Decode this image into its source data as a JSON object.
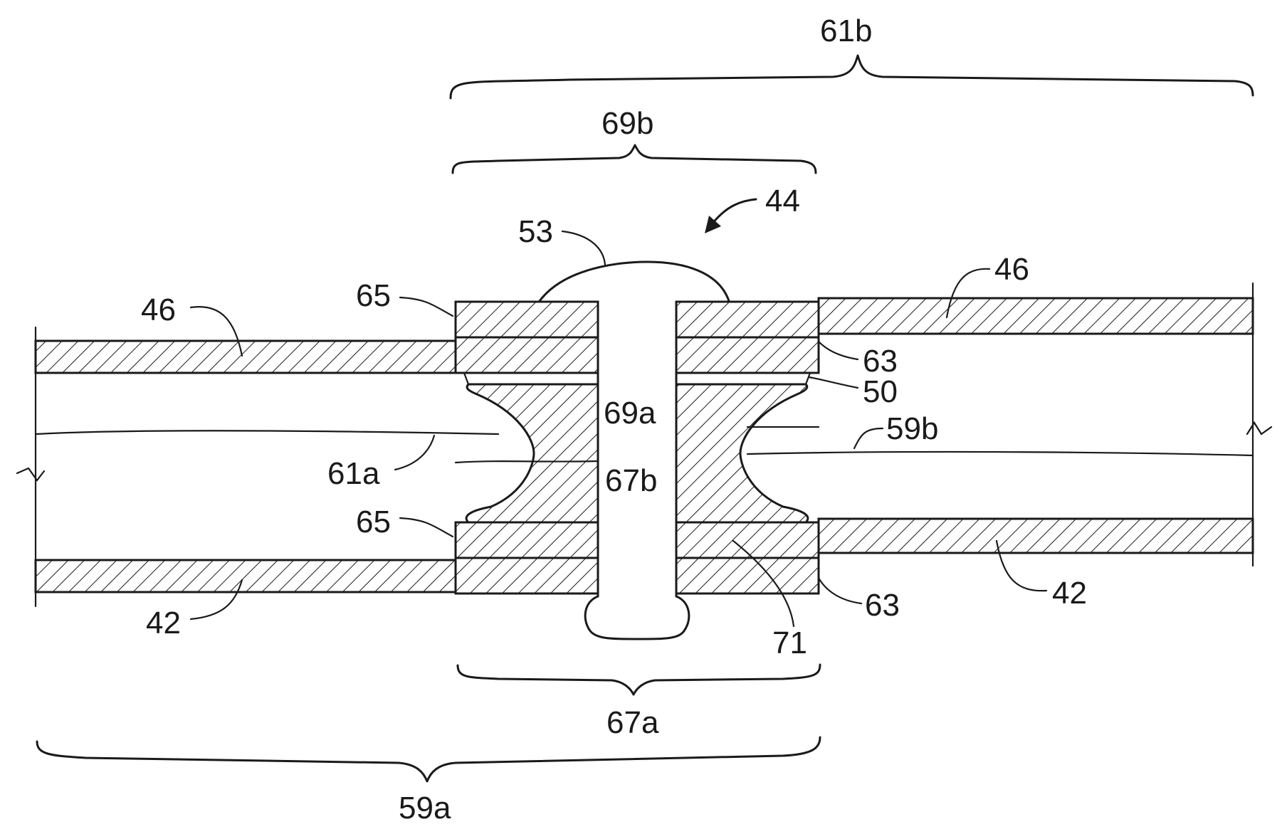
{
  "labels": {
    "l61b": "61b",
    "l69b": "69b",
    "l44": "44",
    "l53": "53",
    "l46_left": "46",
    "l46_right": "46",
    "l65_top": "65",
    "l63_top": "63",
    "l50": "50",
    "l69a": "69a",
    "l59b": "59b",
    "l61a": "61a",
    "l67b": "67b",
    "l65_bottom": "65",
    "l42_left": "42",
    "l42_right": "42",
    "l63_bottom": "63",
    "l71": "71",
    "l67a": "67a",
    "l59a": "59a"
  }
}
